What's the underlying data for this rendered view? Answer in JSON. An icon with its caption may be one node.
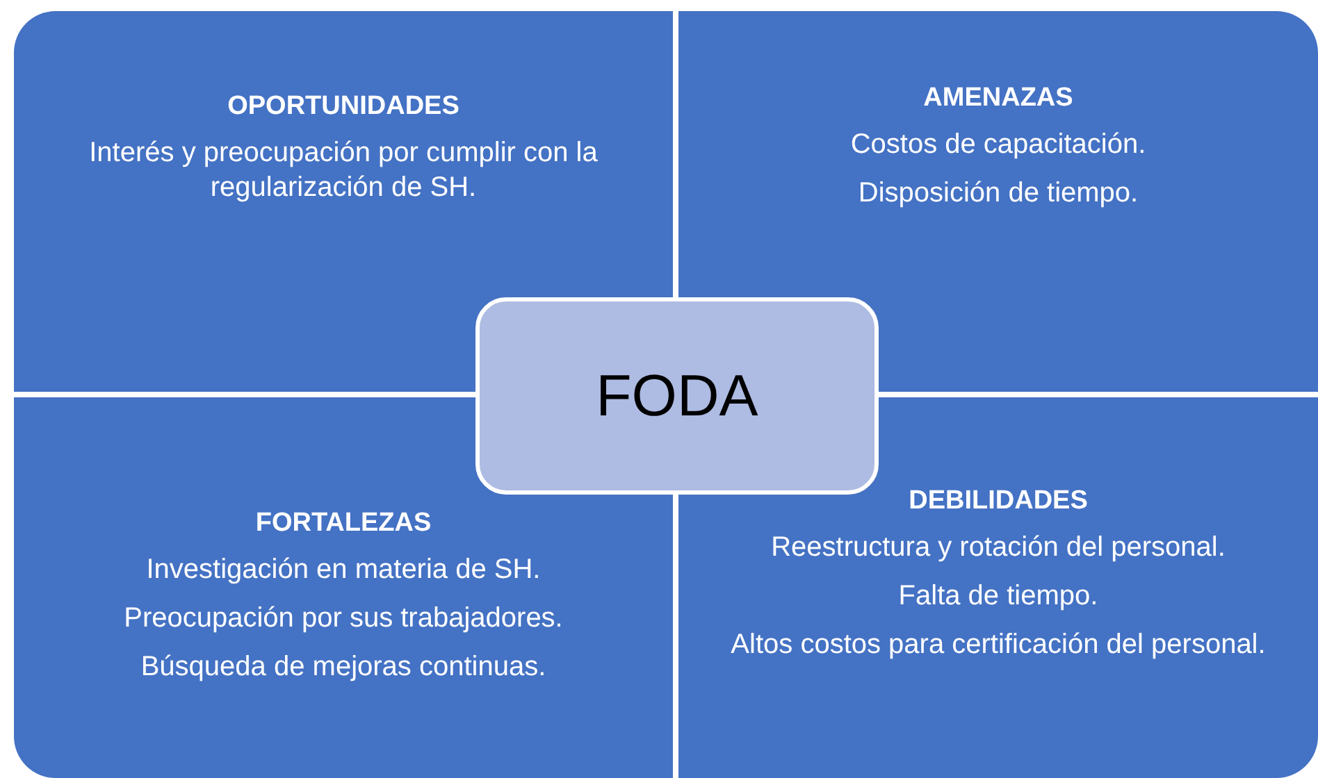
{
  "diagram": {
    "nodes": [
      {
        "text": [
          "OPORTUNIDADES",
          "Interés y preocupación por cumplir con la regularización de SH."
        ]
      },
      {
        "text": [
          "AMENAZAS",
          "Costos de capacitación.",
          "Disposición de tiempo."
        ]
      },
      {
        "text": [
          "FODA"
        ]
      },
      {
        "text": [
          "FORTALEZAS",
          "Investigación en materia de SH.",
          "Preocupación por sus trabajadores.",
          "Búsqueda de mejoras continuas."
        ]
      },
      {
        "text": [
          "DEBILIDADES",
          "Reestructura y rotación del personal.",
          "Falta de tiempo.",
          "Altos costos para certificación del personal."
        ]
      }
    ],
    "edges": []
  }
}
